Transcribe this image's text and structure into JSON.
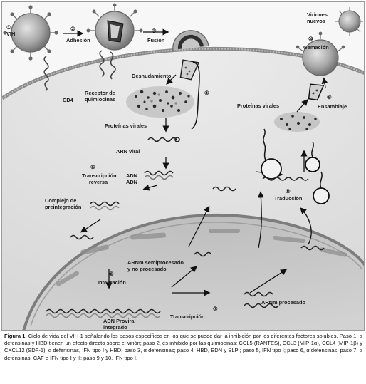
{
  "labels": {
    "vih": "VIH",
    "adhesion": "Adhesión",
    "fusion": "Fusión",
    "viriones_nuevos": "Viriones nuevos",
    "gemacion": "Gemación",
    "desnudamiento": "Desnudamiento",
    "cd4": "CD4",
    "receptor_quimiocinas": "Receptor de quimiocinas",
    "proteinas_virales_left": "Proteínas virales",
    "proteinas_virales_right": "Proteínas virales",
    "ensamblaje": "Ensamblaje",
    "arn_viral": "ARN viral",
    "transcripcion_reversa": "Transcripción reversa",
    "adn_adn": "ADN ADN",
    "complejo_preintegracion": "Complejo de preintegración",
    "traduccion": "Traducción",
    "arnm_semiprocesado": "ARNm semiprocesado y no procesado",
    "integracion": "Integración",
    "arnm_procesado": "ARNm procesado",
    "adn_proviral": "ADN Proviral integrado",
    "transcripcion": "Transcripción"
  },
  "steps": {
    "s1": "①",
    "s2": "②",
    "s3": "③",
    "s4": "④",
    "s5": "⑤",
    "s6": "⑥",
    "s7": "⑦",
    "s8": "⑧",
    "s9": "⑨",
    "s10": "⑩"
  },
  "caption": {
    "bold": "Figura 1.",
    "text": " Ciclo de vida del VIH-1 señalando los pasos específicos en los que se puede dar la inhibición por los diferentes factores solubles. Paso 1, α defensinas y HBD tienen un efecto directo sobre el virión; paso 2, es inhibido por las quimiocinas: CCL5 (RANTES), CCL3 (MIP-1α), CCL4 (MIP-1β) y CXCL12 (SDF-1), α defensinas, IFN tipo I y HBD; paso 3, α defensinas; paso 4, HBD, EDN y SLPI; paso 5, IFN tipo I; paso 6, α defensinas; paso 7, α defensinas, CAF e IFN tipo I y II; paso 9 y 10, IFN tipo I."
  },
  "colors": {
    "cytoplasm": "#e6e6e6",
    "nucleus": "#c9c9c9",
    "membrane": "#8a8a8a",
    "virion": "#b5b5b5"
  }
}
